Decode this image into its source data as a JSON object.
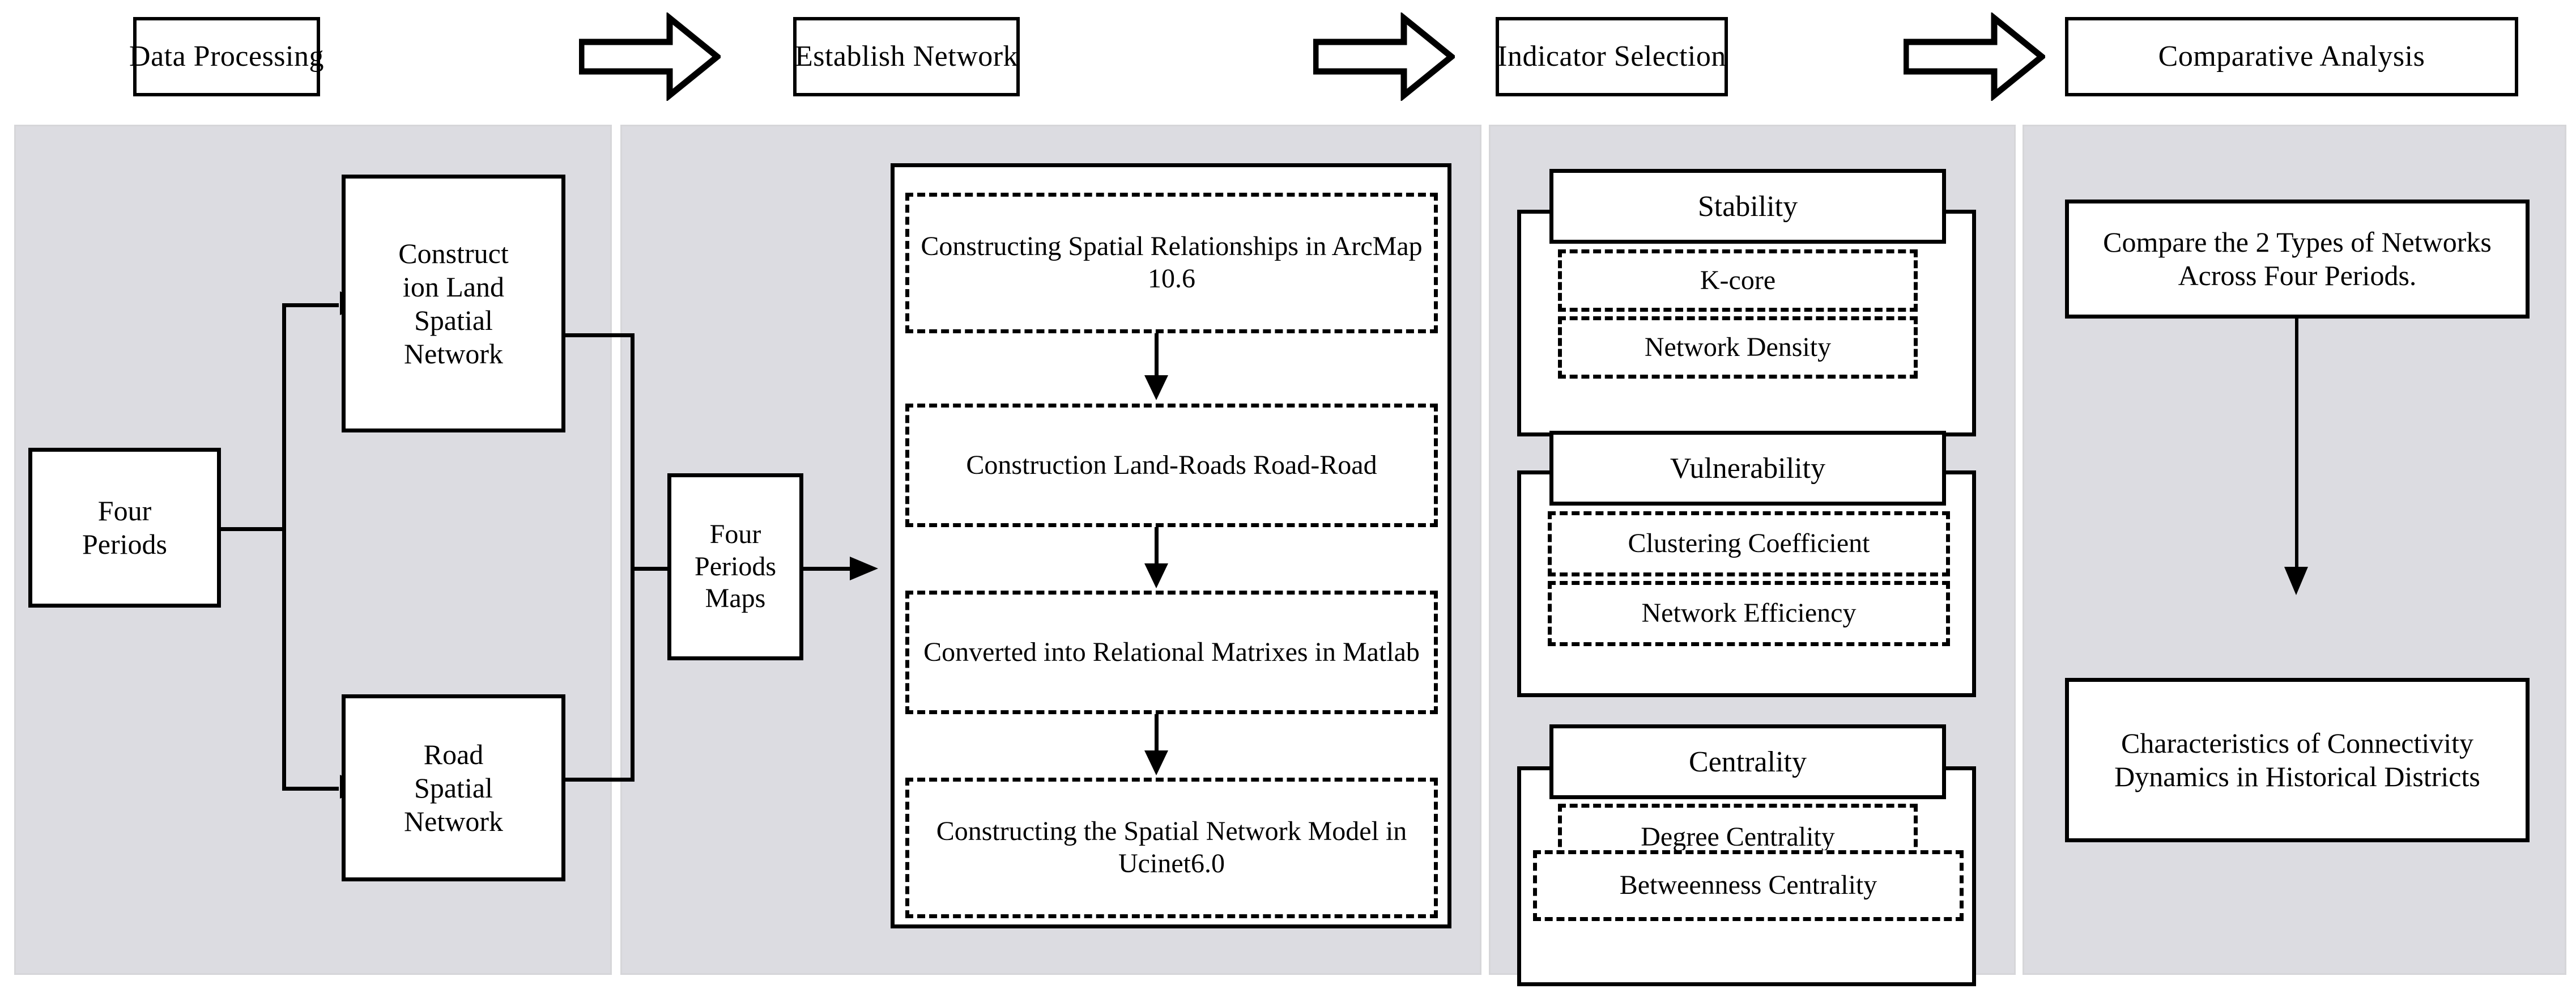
{
  "header": {
    "steps": [
      {
        "label": "Data Processing"
      },
      {
        "label": "Establish Network"
      },
      {
        "label": "Indicator Selection"
      },
      {
        "label": "Comparative Analysis"
      }
    ],
    "arrow_icon": "block-arrow-right-icon"
  },
  "colors": {
    "panel_background": "#dcdce1",
    "panel_border": "#d6d6d9",
    "box_fill": "#ffffff",
    "stroke": "#000000",
    "page_background": "#ffffff"
  },
  "panels": {
    "data_processing": {
      "source_box": "Four\nPeriods",
      "branch_boxes": [
        "Construct\nion Land\nSpatial\nNetwork",
        "Road\nSpatial\nNetwork"
      ]
    },
    "establish_network": {
      "input_box": "Four\nPeriods\nMaps",
      "container_label": "establish-network-container",
      "steps": [
        "Constructing Spatial Relationships in ArcMap 10.6",
        "Construction Land-Roads Road-Road",
        "Converted into Relational Matrixes in Matlab",
        "Constructing the Spatial Network Model in Ucinet6.0"
      ]
    },
    "indicator_selection": {
      "groups": [
        {
          "title": "Stability",
          "indicators": [
            "K-core",
            "Network Density"
          ]
        },
        {
          "title": "Vulnerability",
          "indicators": [
            "Clustering Coefficient",
            "Network Efficiency"
          ]
        },
        {
          "title": "Centrality",
          "indicators": [
            "Degree Centrality",
            "Betweenness Centrality"
          ]
        }
      ]
    },
    "comparative_analysis": {
      "top_box": "Compare the 2 Types of Networks Across Four Periods.",
      "bottom_box": "Characteristics of Connectivity Dynamics in Historical Districts"
    }
  }
}
